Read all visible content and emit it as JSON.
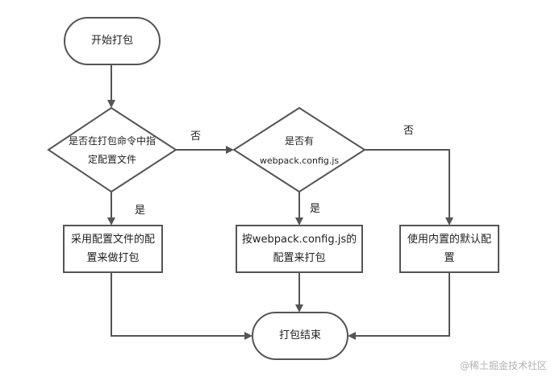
{
  "nodes": {
    "start": {
      "text": "开始打包"
    },
    "decision1": {
      "line1": "是否在打包命令中指",
      "line2": "定配置文件"
    },
    "decision2": {
      "line1": "是否有",
      "line2": "webpack.config.js"
    },
    "box1": {
      "line1": "采用配置文件的配",
      "line2": "置来做打包"
    },
    "box2": {
      "line1": "按webpack.config.js的",
      "line2": "配置来打包"
    },
    "box3": {
      "line1": "使用内置的默认配",
      "line2": "置"
    },
    "end": {
      "text": "打包结束"
    }
  },
  "edges": {
    "d1_no": "否",
    "d1_yes": "是",
    "d2_no": "否",
    "d2_yes": "是"
  },
  "watermark": "@稀土掘金技术社区",
  "colors": {
    "stroke": "#555555",
    "fill": "#ffffff",
    "text": "#222222"
  }
}
